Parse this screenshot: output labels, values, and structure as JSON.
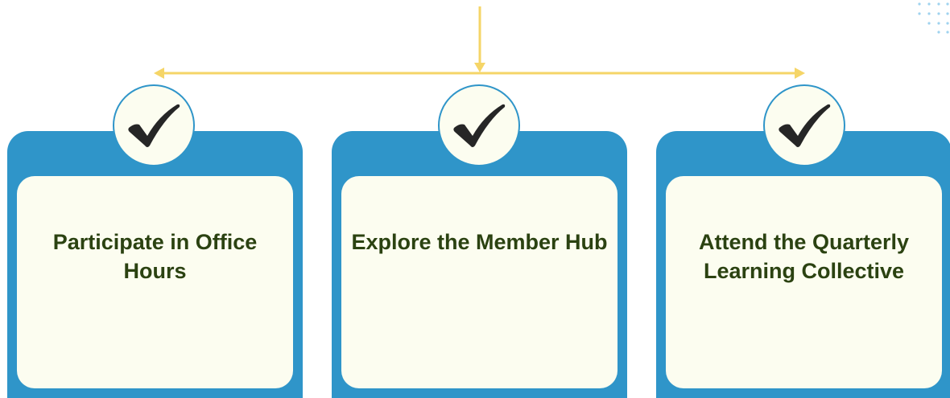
{
  "diagram": {
    "colors": {
      "connector": "#f5d567",
      "card_frame": "#2f95c9",
      "card_panel": "#fcfdf0",
      "label_text": "#2b4211",
      "check_mark": "#262626",
      "decor_dots": "#9fd3ef"
    },
    "steps": [
      {
        "label": "Participate in Office Hours",
        "icon": "check-mark-icon"
      },
      {
        "label": "Explore the Member Hub",
        "icon": "check-mark-icon"
      },
      {
        "label": "Attend the Quarterly Learning Collective",
        "icon": "check-mark-icon"
      }
    ]
  }
}
